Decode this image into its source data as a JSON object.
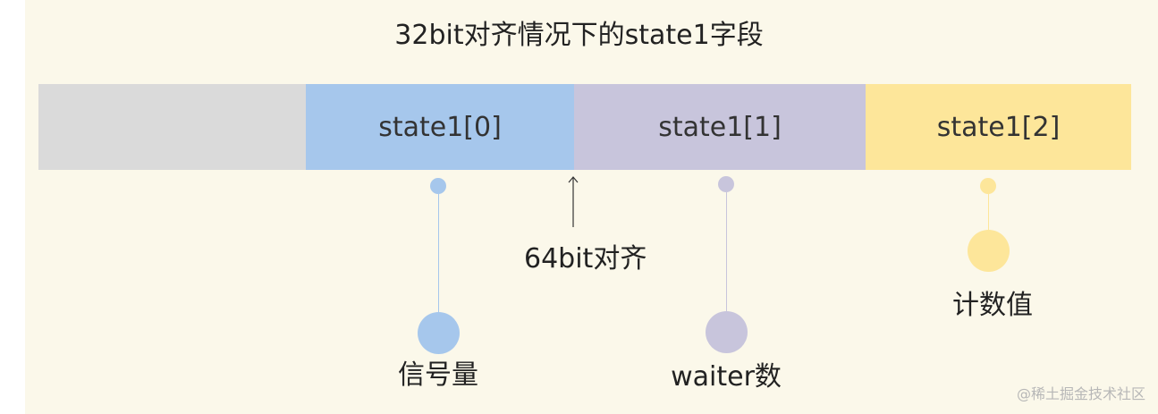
{
  "title": "32bit对齐情况下的state1字段",
  "segments": {
    "s0": "state1[0]",
    "s1": "state1[1]",
    "s2": "state1[2]"
  },
  "annotations": {
    "alignment": "64bit对齐",
    "semaphore": "信号量",
    "waiter": "waiter数",
    "counter": "计数值"
  },
  "colors": {
    "background": "#fbf8ea",
    "padding_segment": "#dadada",
    "state1_0": "#a6c7ec",
    "state1_1": "#c8c5dc",
    "state1_2": "#fde69a"
  },
  "watermark": "@稀土掘金技术社区"
}
